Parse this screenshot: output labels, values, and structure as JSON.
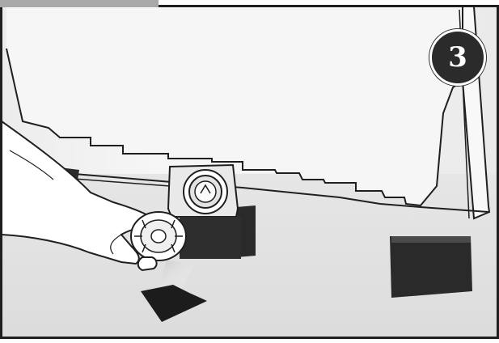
{
  "illustration": {
    "step_number": "3",
    "colors": {
      "background": "#f3f3f3",
      "outline": "#1f1f1f",
      "feet": "#2a2a2a",
      "badge": "#2b2b2b",
      "tab": "#a8a8a8"
    },
    "icons": [
      "step-number-badge",
      "drain-pump-filter",
      "hand",
      "arrow-icon"
    ]
  }
}
